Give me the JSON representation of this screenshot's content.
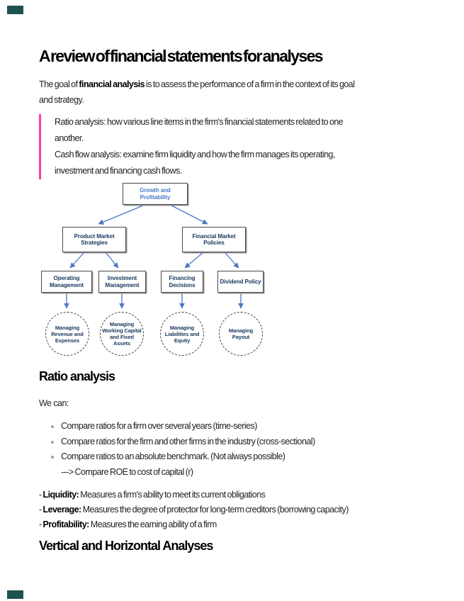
{
  "document": {
    "title": "A review of financial statements for analyses",
    "intro": {
      "text_before": "The goal of ",
      "bold_term": "financial analysis",
      "text_after_line1": " is to assess the performance of a firm in the context of its goal",
      "line2": "and strategy."
    },
    "callout": {
      "accent_color": "#ff3d9a",
      "lines": [
        "Ratio analysis: how various line items in the firm's financial statements related to one",
        "another.",
        "Cash flow analysis: examine firm liquidity and how the firm manages its operating,",
        "investment and financing cash flows."
      ]
    },
    "diagram": {
      "arrow_color": "#4a79c6",
      "root": {
        "label": "Growth and Profitability"
      },
      "level2": [
        {
          "label": "Product Market Strategies"
        },
        {
          "label": "Financial Market Policies"
        }
      ],
      "level3": [
        {
          "label": "Operating Management"
        },
        {
          "label": "Investment Management"
        },
        {
          "label": "Financing Decisions"
        },
        {
          "label": "Dividend Policy"
        }
      ],
      "level4": [
        {
          "label": "Managing Revenue and Expenses"
        },
        {
          "label": "Managing Working Capital and Fixed Assets"
        },
        {
          "label": "Managing Liabilities and Equity"
        },
        {
          "label": "Managing Payout"
        }
      ]
    },
    "ratio_section": {
      "heading": "Ratio analysis",
      "lead": "We can:",
      "bullets": [
        "Compare ratios for a firm over several years (time-series)",
        "Compare ratios for the firm and other firms in the industry (cross-sectional)",
        "Compare ratios to an absolute benchmark. (Not always possible)"
      ],
      "bullet_note": "---> Compare ROE to cost of capital (r)",
      "definitions": [
        {
          "prefix": "- ",
          "term": "Liquidity:",
          "description": " Measures a firm's ability to meet its current obligations"
        },
        {
          "prefix": "- ",
          "term": "Leverage:",
          "description": " Measures the degree of protector for long-term creditors (borrowing capacity)"
        },
        {
          "prefix": "- ",
          "term": "Profitability:",
          "description": " Measures the earning ability of a firm"
        }
      ]
    },
    "bottom_heading": "Vertical and Horizontal Analyses"
  }
}
